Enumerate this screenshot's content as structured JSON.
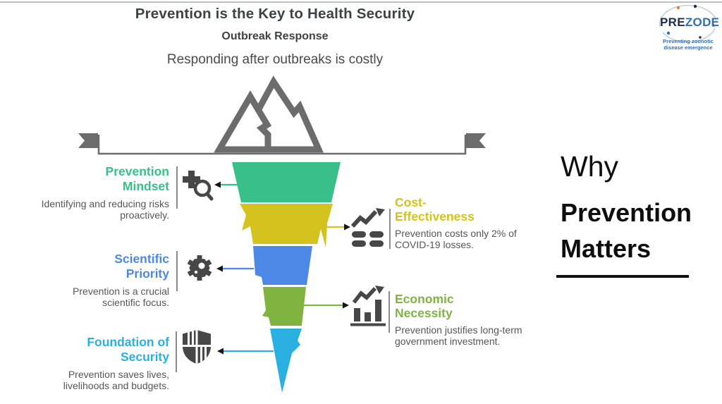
{
  "slide": {
    "title": "Prevention is the Key to Health Security",
    "subtitle": "Outbreak Response",
    "tagline": "Responding after outbreaks is costly"
  },
  "logo": {
    "brand_pre": "PRE",
    "brand_zode": "ZODE",
    "tagline_line1": "Preventing zoonotic",
    "tagline_line2": "disease emergence"
  },
  "why_panel": {
    "line1": "Why",
    "line2": "Prevention",
    "line3": "Matters"
  },
  "funnel": {
    "levels": [
      {
        "label": "Prevention Mindset",
        "accent": "green",
        "color": "#38c088"
      },
      {
        "label": "Cost-Effectiveness",
        "accent": "yellow",
        "color": "#d8c621"
      },
      {
        "label": "Scientific Priority",
        "accent": "blue",
        "color": "#4c89e6"
      },
      {
        "label": "Economic Necessity",
        "accent": "olive",
        "color": "#7fb441"
      },
      {
        "label": "Foundation of Security",
        "accent": "cyan",
        "color": "#29b0e0"
      }
    ]
  },
  "callouts": {
    "left": [
      {
        "icon": "plus-magnifier-icon",
        "accent": "green",
        "title_line1": "Prevention",
        "title_line2": "Mindset",
        "body_line1": "Identifying and reducing risks",
        "body_line2": "proactively."
      },
      {
        "icon": "virus-icon",
        "accent": "blue",
        "title_line1": "Scientific",
        "title_line2": "Priority",
        "body_line1": "Prevention is a crucial",
        "body_line2": "scientific focus."
      },
      {
        "icon": "shield-icon",
        "accent": "cyan",
        "title_line1": "Foundation of",
        "title_line2": "Security",
        "body_line1": "Prevention saves lives,",
        "body_line2": "livelihoods and budgets."
      }
    ],
    "right": [
      {
        "icon": "growth-chart-icon",
        "accent": "yellow",
        "title_line1": "Cost-",
        "title_line2": "Effectiveness",
        "body_line1": "Prevention costs only 2% of",
        "body_line2": "COVID-19 losses."
      },
      {
        "icon": "bar-chart-icon",
        "accent": "olive",
        "title_line1": "Economic",
        "title_line2": "Necessity",
        "body_line1": "Prevention justifies long-term",
        "body_line2": "government investment."
      }
    ]
  },
  "decor": {
    "mountain": "mountain-icon",
    "banner": "ribbon-banner"
  },
  "colors": {
    "green": "#38c088",
    "yellow": "#d4c21e",
    "blue": "#4c89e6",
    "olive": "#7fb441",
    "cyan": "#29b0e0",
    "title-text": "#3f4245",
    "body-text": "#565656",
    "icon-dark": "#474747",
    "diagram-gray": "#6c6c6c",
    "arrow-head": "#161616",
    "divider-gray": "#8b8b8b",
    "brand-navy": "#1b2d4f",
    "brand-blue": "#2e6fb7",
    "why-text": "#0e0e0e",
    "border-top": "#bcc0c5"
  }
}
